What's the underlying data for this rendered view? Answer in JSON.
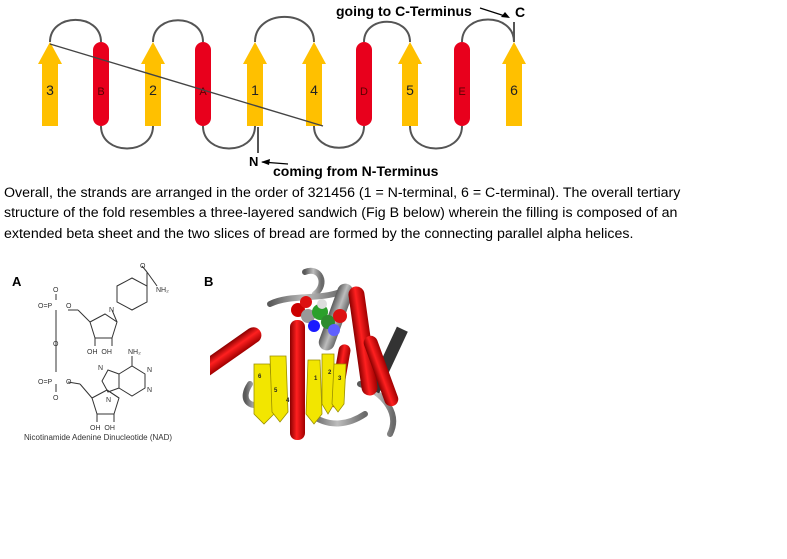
{
  "topology": {
    "elements": [
      {
        "label": "3",
        "kind": "strand"
      },
      {
        "label": "B",
        "kind": "helix"
      },
      {
        "label": "2",
        "kind": "strand"
      },
      {
        "label": "A",
        "kind": "helix"
      },
      {
        "label": "1",
        "kind": "strand"
      },
      {
        "label": "4",
        "kind": "strand"
      },
      {
        "label": "D",
        "kind": "helix"
      },
      {
        "label": "5",
        "kind": "strand"
      },
      {
        "label": "E",
        "kind": "helix"
      },
      {
        "label": "6",
        "kind": "strand"
      }
    ],
    "c_terminus_callout": "going to C-Terminus",
    "c_label": "C",
    "n_terminus_callout": "coming from N-Terminus",
    "n_label": "N",
    "colors": {
      "strand": "#ffc000",
      "helix": "#e8001c",
      "loop": "#555555"
    }
  },
  "paragraph": "Overall, the strands are arranged in the order of 321456 (1 = N-terminal, 6 = C-terminal). The overall tertiary structure of the fold resembles a three-layered sandwich (Fig B below) wherein the filling is composed of an extended beta sheet and the two slices of bread are formed by the connecting parallel alpha helices.",
  "panel_a": {
    "label": "A",
    "caption": "Nicotinamide Adenine Dinucleotide (NAD)",
    "atoms": {
      "o_top": "O",
      "o_dbl_1": "O=P",
      "o_link_1": "O",
      "o_bridge": "O",
      "o_dbl_2": "O=P",
      "o_link_2": "O",
      "o_bottom": "O",
      "nh2_amide": "NH₂",
      "o_amide": "O",
      "n_plus": "N",
      "oh_pair_1": "OH  OH",
      "nh2_adenine": "NH₂",
      "n_a": "N",
      "n_b": "N",
      "n_c": "N",
      "n_d": "N",
      "oh_pair_2": "OH  OH"
    }
  },
  "panel_b": {
    "label": "B",
    "helix_color": "#e00000",
    "strand_color": "#f2e600",
    "loop_color": "#8a8a8a",
    "labels": {
      "strand_6": "6",
      "strand_5": "5",
      "strand_4": "4",
      "strand_1": "1",
      "strand_2": "2",
      "strand_3": "3"
    }
  }
}
